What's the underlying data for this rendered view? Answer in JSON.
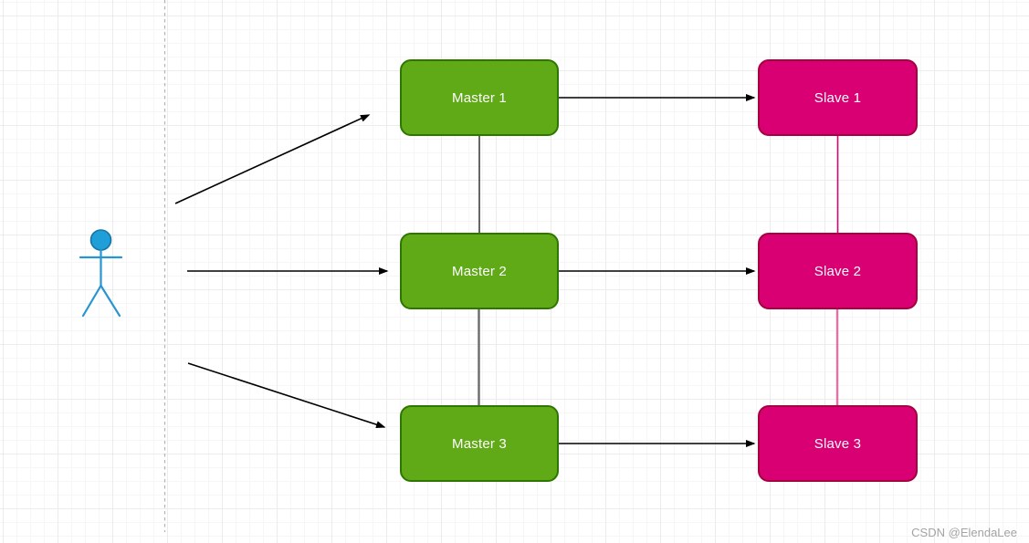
{
  "canvas": {
    "watermark": "CSDN @ElendaLee"
  },
  "diagram": {
    "actor": {
      "name": "user-actor",
      "head_color": "#1f9ed8",
      "line_color": "#2795d1"
    },
    "nodes": {
      "masters": [
        {
          "id": "master-1",
          "label": "Master 1"
        },
        {
          "id": "master-2",
          "label": "Master 2"
        },
        {
          "id": "master-3",
          "label": "Master 3"
        }
      ],
      "slaves": [
        {
          "id": "slave-1",
          "label": "Slave 1"
        },
        {
          "id": "slave-2",
          "label": "Slave 2"
        },
        {
          "id": "slave-3",
          "label": "Slave 3"
        }
      ]
    },
    "edges": [
      {
        "from": "actor",
        "to": "master-1",
        "type": "arrow"
      },
      {
        "from": "actor",
        "to": "master-2",
        "type": "arrow"
      },
      {
        "from": "actor",
        "to": "master-3",
        "type": "arrow"
      },
      {
        "from": "master-1",
        "to": "slave-1",
        "type": "arrow"
      },
      {
        "from": "master-2",
        "to": "slave-2",
        "type": "arrow"
      },
      {
        "from": "master-3",
        "to": "slave-3",
        "type": "arrow"
      },
      {
        "from": "master-1",
        "to": "master-2",
        "type": "line"
      },
      {
        "from": "master-2",
        "to": "master-3",
        "type": "line"
      },
      {
        "from": "slave-1",
        "to": "slave-2",
        "type": "line"
      },
      {
        "from": "slave-2",
        "to": "slave-3",
        "type": "line"
      }
    ],
    "colors": {
      "master_fill": "#60a917",
      "master_border": "#2d7600",
      "slave_fill": "#d80073",
      "slave_border": "#a50040",
      "arrow": "#000000",
      "master_link_dark": "#3f3f3f",
      "master_link_gray": "#6b6b6b",
      "slave_link": "#cc0a70",
      "slave_link_light": "#de74a6",
      "dashed_guide": "#b3b3b3",
      "grid_minor": "#f6f6f6",
      "grid_major": "#ececec"
    }
  }
}
